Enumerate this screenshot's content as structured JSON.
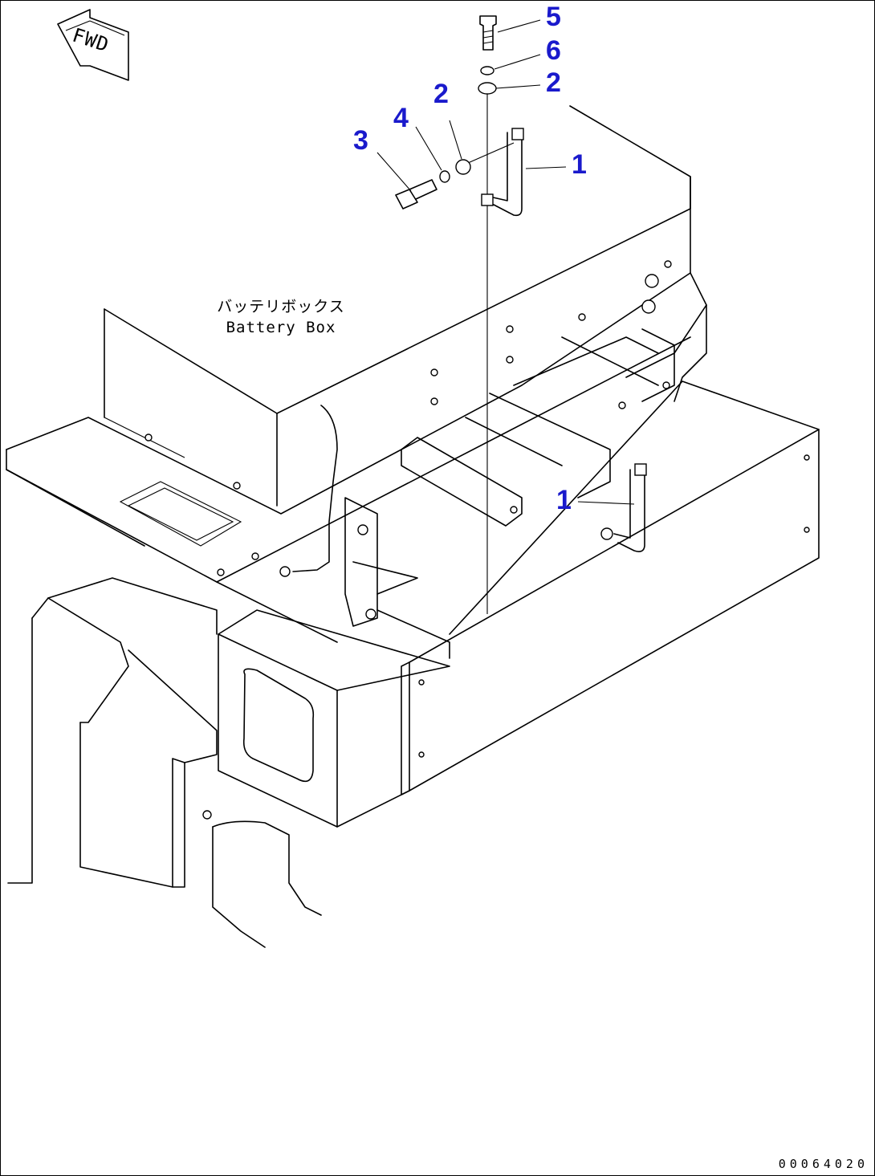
{
  "fwd_label": "FWD",
  "battery_box_label_jp": "バッテリボックス",
  "battery_box_label_en": "Battery Box",
  "callouts": {
    "c5": "5",
    "c6": "6",
    "c2_top": "2",
    "c2_left": "2",
    "c4": "4",
    "c3": "3",
    "c1_top": "1",
    "c1_mid": "1"
  },
  "drawing_number": "00064020",
  "colors": {
    "callout": "#1a1acc",
    "line": "#000000",
    "background": "#ffffff"
  }
}
